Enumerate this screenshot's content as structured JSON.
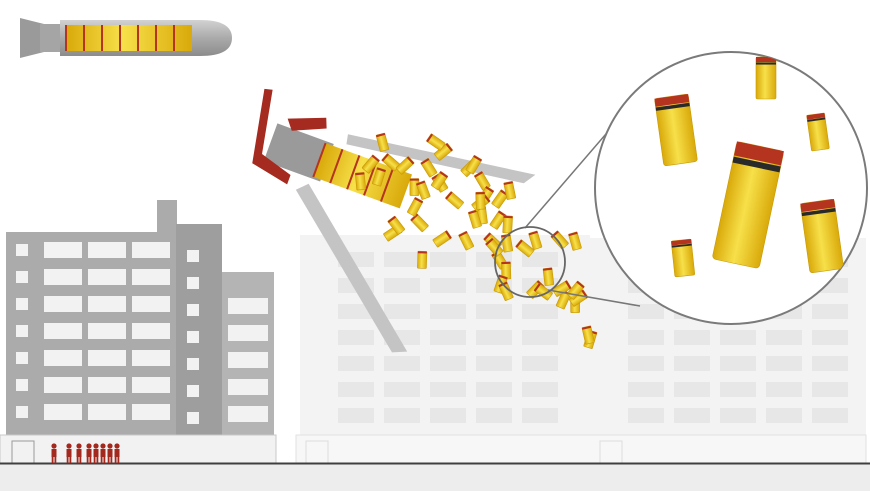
{
  "scene": {
    "palette": {
      "background": "#ffffff",
      "building_dark": "#a9a9a9",
      "building_dark_window": "#f2f2f2",
      "building_faded": "#f1f1f1",
      "building_faded_window": "#e4e4e4",
      "ground_line": "#444444",
      "ground_fill": "#e9e9e9",
      "casing_gray": "#b9b9b9",
      "casing_dark": "#8c8c8c",
      "submunition_yellow": "#f2d21b",
      "submunition_shade": "#d9a90a",
      "submunition_band": "#b43420",
      "fin_red": "#a52a1f",
      "people": "#a3281e",
      "zoom_circle_stroke": "#777777"
    },
    "people_count": 8,
    "icons": [
      "cluster-bomb-intact",
      "cluster-bomb-opening",
      "submunition-bomblet",
      "magnifier-circle",
      "apartment-building",
      "pedestrian-figure"
    ]
  }
}
